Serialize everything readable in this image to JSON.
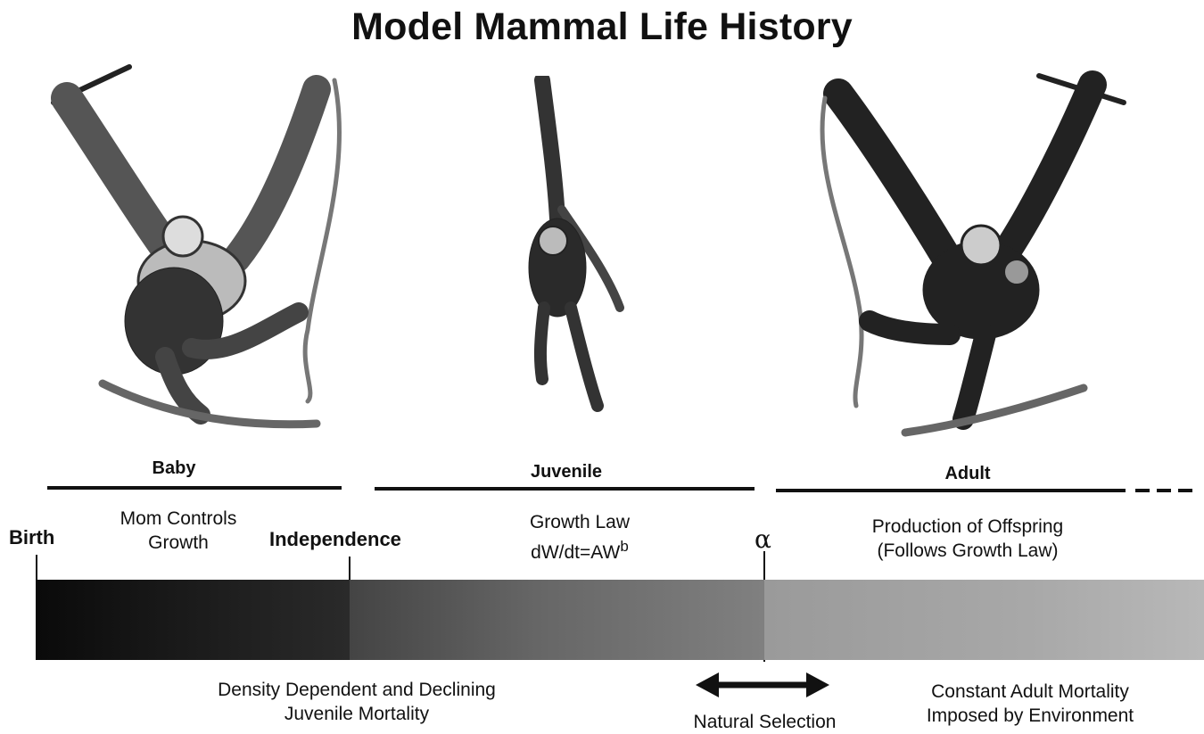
{
  "title": "Model Mammal Life History",
  "stages": {
    "baby": "Baby",
    "juvenile": "Juvenile",
    "adult": "Adult"
  },
  "markers": {
    "birth": "Birth",
    "independence": "Independence",
    "alpha": "α"
  },
  "phase_text": {
    "baby_line1": "Mom Controls",
    "baby_line2": "Growth",
    "juvenile_line1": "Growth Law",
    "juvenile_line2_base": "dW/dt=AW",
    "juvenile_line2_exp": "b",
    "adult_line1": "Production of Offspring",
    "adult_line2": "(Follows Growth Law)"
  },
  "bottom_text": {
    "juvenile_mortality_line1": "Density Dependent and Declining",
    "juvenile_mortality_line2": "Juvenile Mortality",
    "natural_selection": "Natural Selection",
    "adult_mortality_line1": "Constant Adult Mortality",
    "adult_mortality_line2": "Imposed by Environment"
  }
}
